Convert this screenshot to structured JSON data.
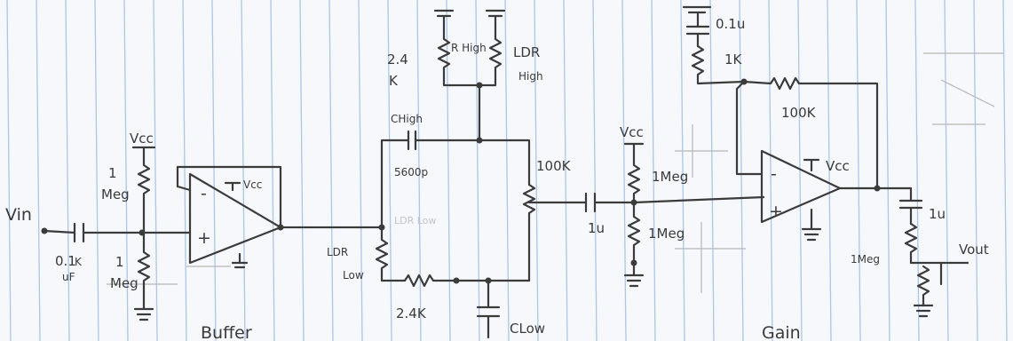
{
  "input": {
    "vin": "Vin",
    "cap_value": "0.1",
    "cap_unit": "uF"
  },
  "bias": {
    "vcc": "Vcc",
    "top_value": "1",
    "top_unit": "Meg",
    "bottom_value": "1",
    "bottom_unit": "Meg"
  },
  "buffer": {
    "label": "Buffer",
    "minus": "-",
    "plus": "+",
    "vcc": "Vcc"
  },
  "filter": {
    "r_high_value": "2.4",
    "r_high_unit": "K",
    "r_high_tag": "R High",
    "ldr_high": "LDR",
    "ldr_high_tag": "High",
    "c_high": "CHigh",
    "c_high_value": "5600p",
    "ldr_low_ghost": "LDR Low",
    "ldr_low": "LDR",
    "ldr_low_tag": "Low",
    "r_low_value": "2.4K",
    "c_low": "CLow",
    "r_out_value": "100K"
  },
  "coupling": {
    "vcc": "Vcc",
    "top_value": "1Meg",
    "bottom_value": "1Meg",
    "cap_value": "1u"
  },
  "gain": {
    "label": "Gain",
    "cap_value": "0.1u",
    "r_gnd_value": "1K",
    "r_fb_value": "100K",
    "minus": "-",
    "plus": "+",
    "vcc": "Vcc"
  },
  "output": {
    "cap_value": "1u",
    "r_value": "1Meg",
    "vout": "Vout"
  }
}
